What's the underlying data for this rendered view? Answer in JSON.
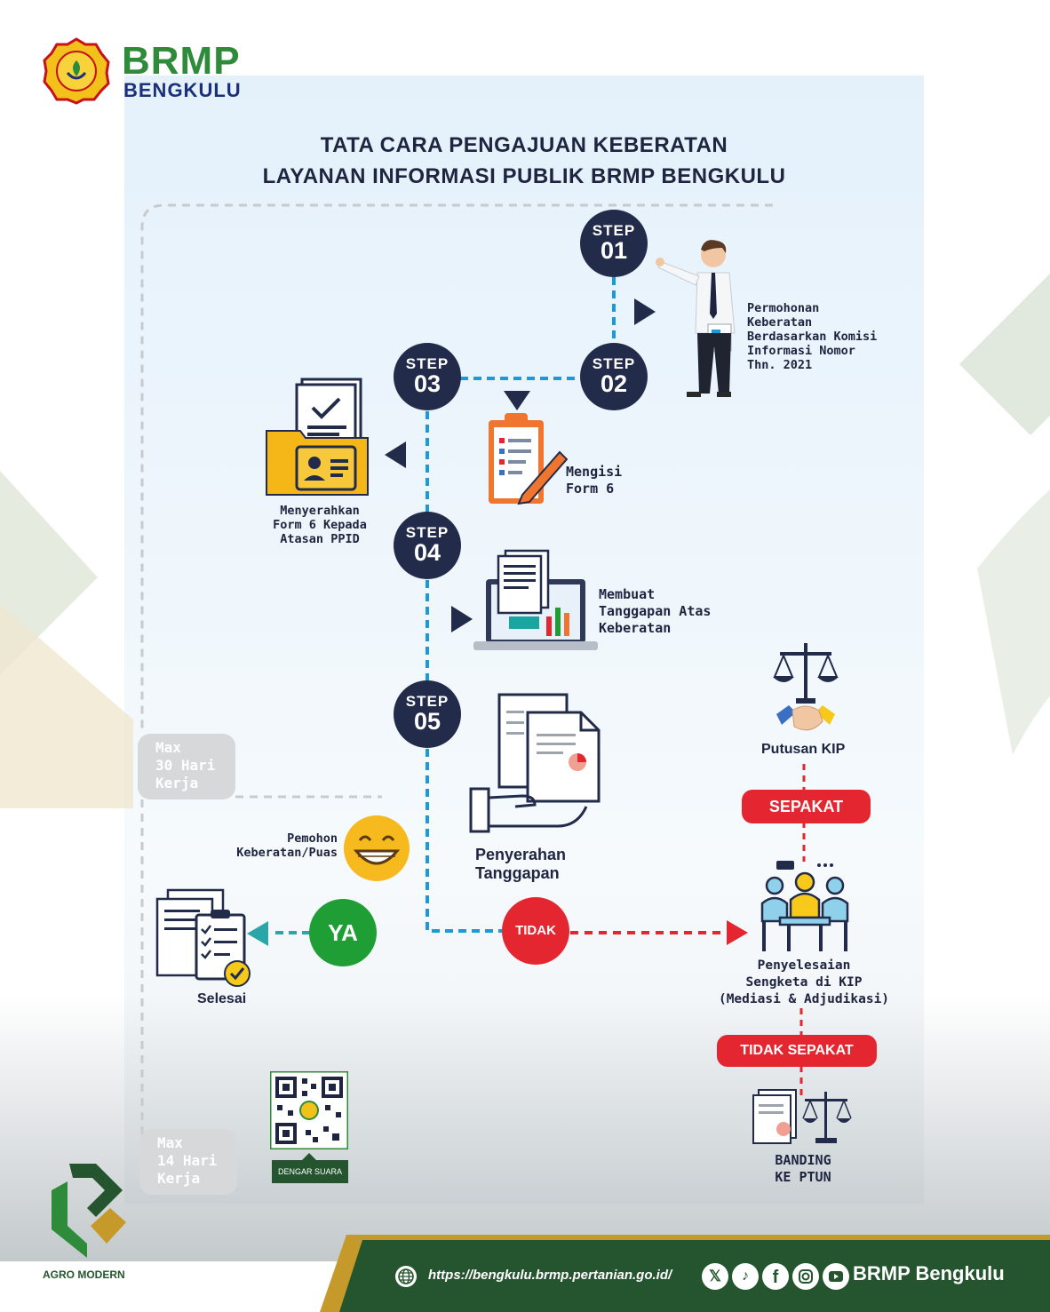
{
  "brand": {
    "name": "BRMP",
    "region": "BENGKULU",
    "motto": "AGRO MODERN"
  },
  "title": {
    "line1": "TATA CARA PENGAJUAN KEBERATAN",
    "line2": "LAYANAN INFORMASI PUBLIK BRMP BENGKULU"
  },
  "steps": [
    {
      "word": "STEP",
      "num": "01"
    },
    {
      "word": "STEP",
      "num": "02"
    },
    {
      "word": "STEP",
      "num": "03"
    },
    {
      "word": "STEP",
      "num": "04"
    },
    {
      "word": "STEP",
      "num": "05"
    }
  ],
  "labels": {
    "step1": [
      "Permohonan",
      "Keberatan",
      "Berdasarkan Komisi",
      "Informasi Nomor",
      "Thn. 2021"
    ],
    "step2": [
      "Mengisi",
      "Form 6"
    ],
    "step3": [
      "Menyerahkan",
      "Form 6 Kepada",
      "Atasan PPID"
    ],
    "step4": [
      "Membuat",
      "Tanggapan Atas",
      "Keberatan"
    ],
    "step5": [
      "Penyerahan",
      "Tanggapan"
    ],
    "pemohon": [
      "Pemohon",
      "Keberatan/Puas"
    ],
    "selesai": "Selesai",
    "putusan": "Putusan KIP",
    "penyelesaian": [
      "Penyelesaian",
      "Sengketa di KIP",
      "(Mediasi & Adjudikasi)"
    ],
    "banding": [
      "BANDING",
      "KE PTUN"
    ]
  },
  "decisions": {
    "yes": "YA",
    "no": "TIDAK",
    "agree": "SEPAKAT",
    "disagree": "TIDAK SEPAKAT"
  },
  "timelines": {
    "max30": [
      "Max",
      "30 Hari",
      "Kerja"
    ],
    "max14": [
      "Max",
      "14 Hari",
      "Kerja"
    ]
  },
  "qr": {
    "caption": "DENGAR SUARA"
  },
  "footer": {
    "url": "https://bengkulu.brmp.pertanian.go.id/",
    "social_name": "BRMP Bengkulu"
  },
  "colors": {
    "navy": "#222b4a",
    "green": "#1e9e35",
    "red": "#e32630",
    "cyan": "#1a9ad6",
    "brand_green": "#2e8b3a",
    "footer_green": "#24552e",
    "gold": "#c59a2a"
  }
}
